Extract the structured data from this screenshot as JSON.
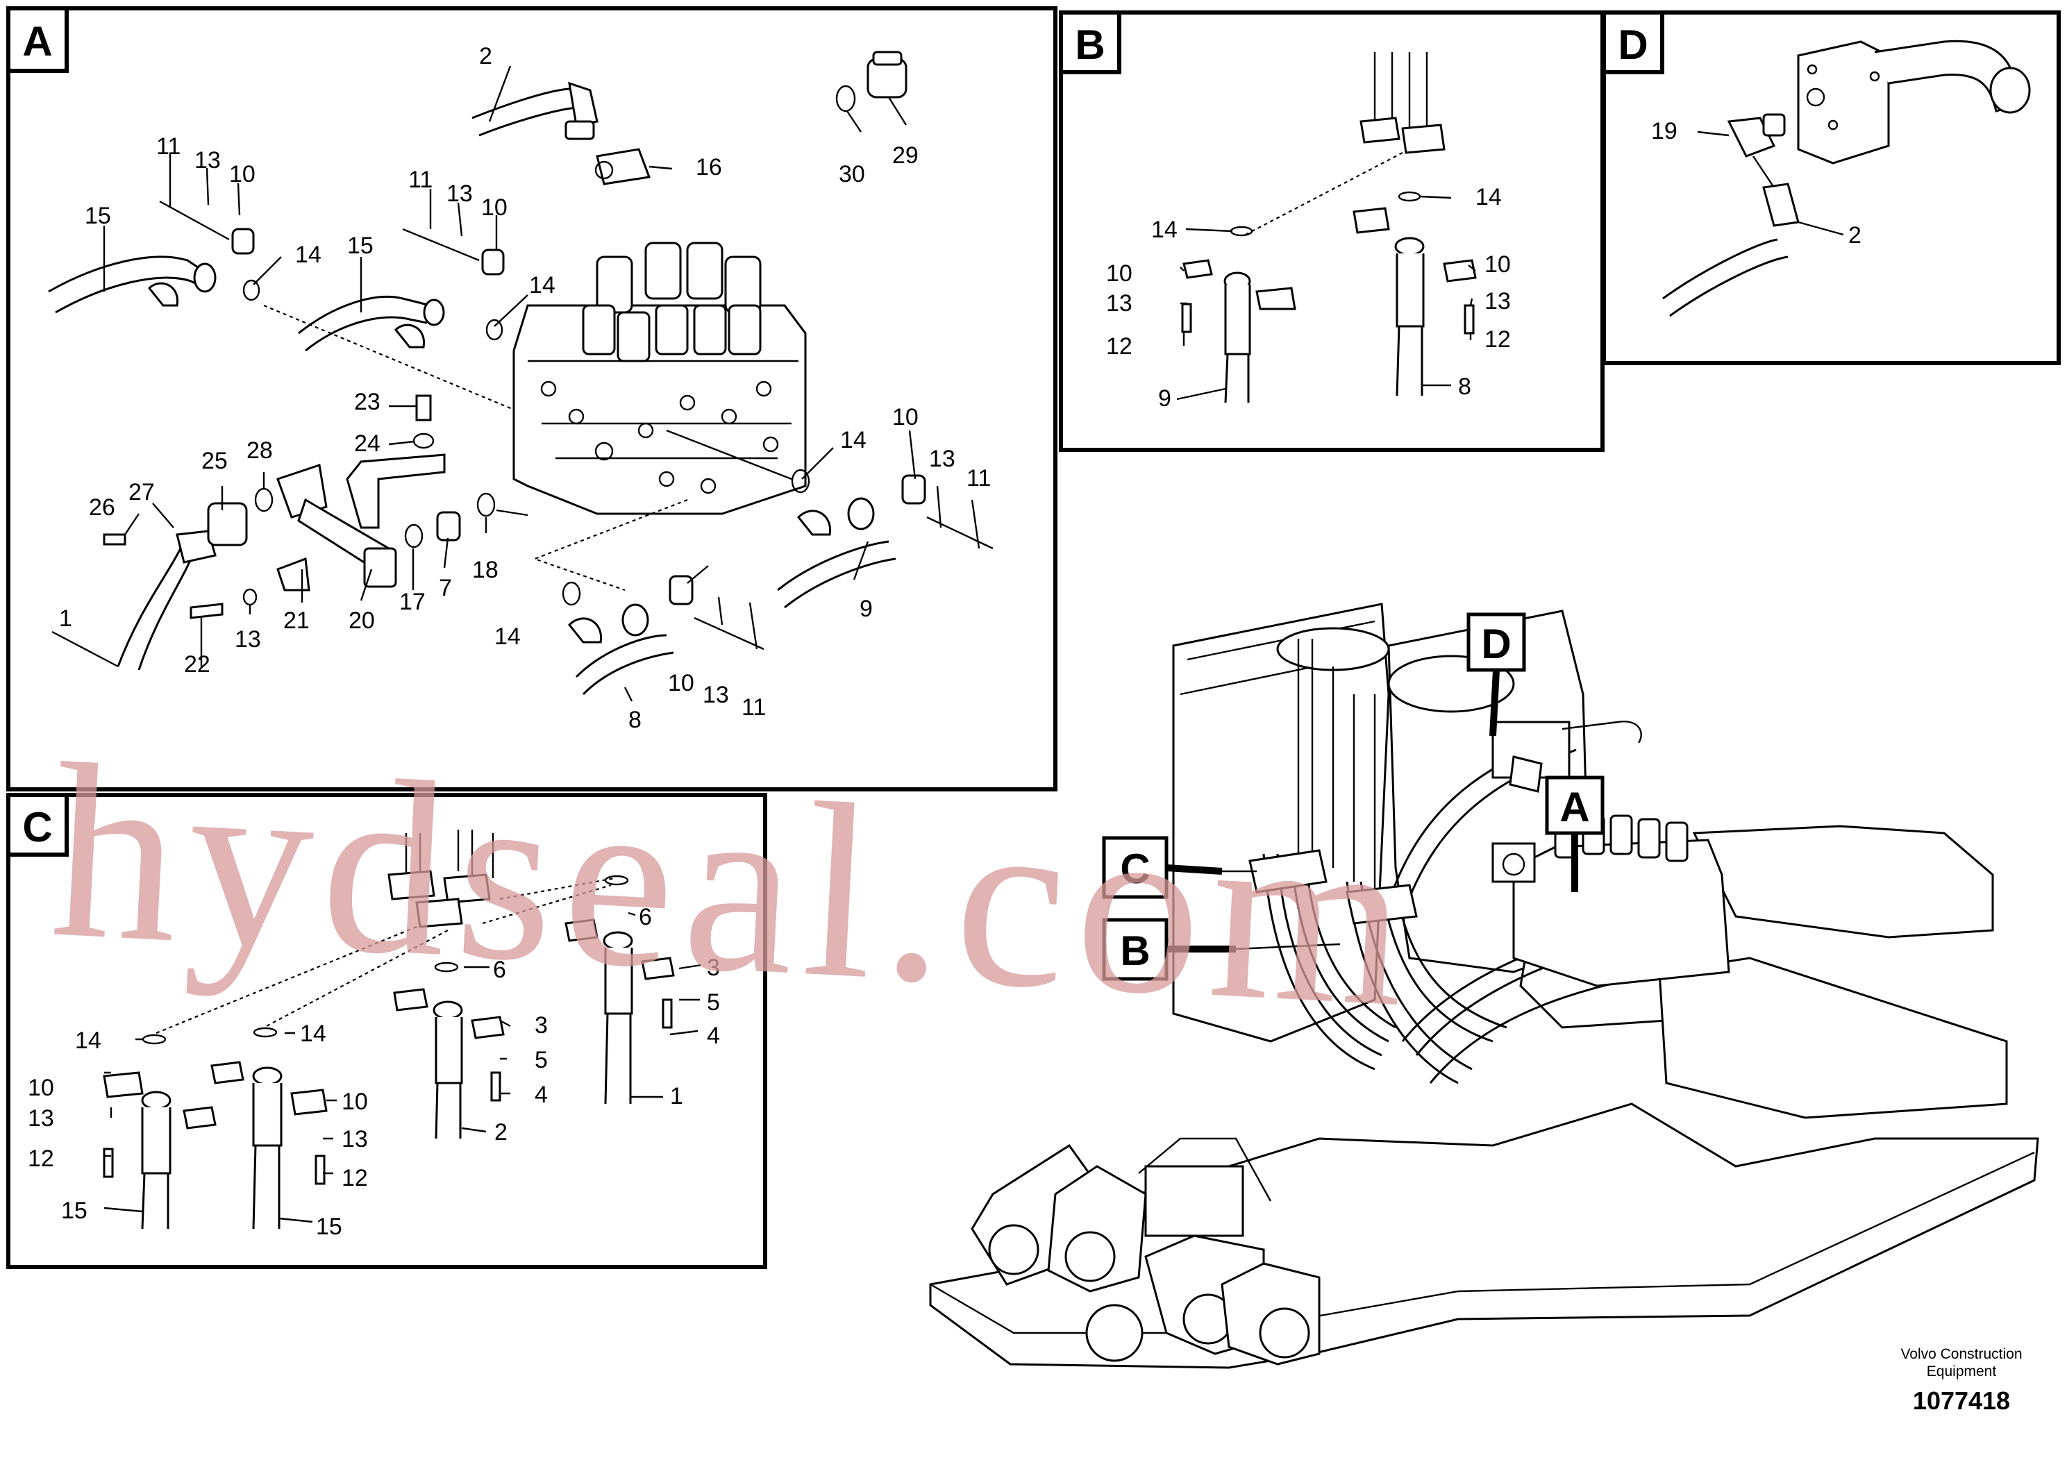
{
  "panels": {
    "A": {
      "letter": "A",
      "labels": {
        "p1": "1",
        "p2": "2",
        "p7": "7",
        "p8": "8",
        "p9": "9",
        "p10a": "10",
        "p10b": "10",
        "p10c": "10",
        "p10d": "10",
        "p11a": "11",
        "p11b": "11",
        "p11c": "11",
        "p11d": "11",
        "p13a": "13",
        "p13b": "13",
        "p13c": "13",
        "p13d": "13",
        "p13e": "13",
        "p14a": "14",
        "p14b": "14",
        "p14c": "14",
        "p14d": "14",
        "p15a": "15",
        "p15b": "15",
        "p16": "16",
        "p17": "17",
        "p18": "18",
        "p20": "20",
        "p21": "21",
        "p22": "22",
        "p23": "23",
        "p24": "24",
        "p25": "25",
        "p26": "26",
        "p27": "27",
        "p28": "28",
        "p29": "29",
        "p30": "30"
      }
    },
    "B": {
      "letter": "B",
      "labels": {
        "p14a": "14",
        "p14b": "14",
        "p10a": "10",
        "p10b": "10",
        "p13a": "13",
        "p13b": "13",
        "p12a": "12",
        "p12b": "12",
        "p9": "9",
        "p8": "8"
      }
    },
    "C": {
      "letter": "C",
      "labels": {
        "p6a": "6",
        "p6b": "6",
        "p3a": "3",
        "p3b": "3",
        "p5a": "5",
        "p5b": "5",
        "p4a": "4",
        "p4b": "4",
        "p14a": "14",
        "p14b": "14",
        "p10a": "10",
        "p10b": "10",
        "p13a": "13",
        "p13b": "13",
        "p12a": "12",
        "p12b": "12",
        "p15a": "15",
        "p15b": "15",
        "p1": "1",
        "p2": "2"
      }
    },
    "D": {
      "letter": "D",
      "labels": {
        "p19": "19",
        "p2": "2"
      }
    }
  },
  "overview_callouts": {
    "A": "A",
    "B": "B",
    "C": "C",
    "D": "D"
  },
  "credit": {
    "line1": "Volvo Construction",
    "line2": "Equipment"
  },
  "document_number": "1077418",
  "watermark": "hydseal.com",
  "colors": {
    "ink": "#000000",
    "paper": "#ffffff",
    "watermark": "#d89a9a"
  }
}
